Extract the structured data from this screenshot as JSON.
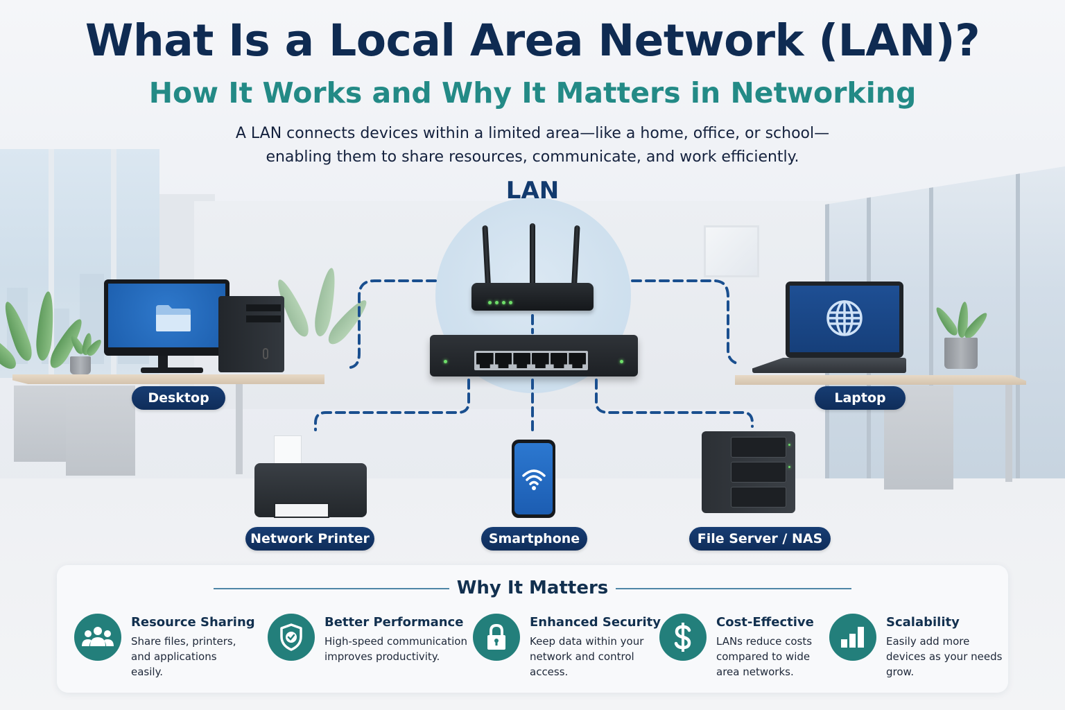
{
  "header": {
    "title": "What Is a Local Area Network (LAN)?",
    "subtitle": "How It Works and Why It Matters in Networking",
    "description_line1": "A LAN connects devices within a limited area—like a home, office, or school—",
    "description_line2": "enabling them to share resources, communicate, and work efficiently."
  },
  "diagram": {
    "hub_label": "LAN",
    "hub_devices": [
      "router",
      "switch"
    ],
    "devices": [
      {
        "id": "desktop",
        "label": "Desktop",
        "icon": "folder-icon"
      },
      {
        "id": "laptop",
        "label": "Laptop",
        "icon": "globe-icon"
      },
      {
        "id": "printer",
        "label": "Network Printer",
        "icon": "printer-icon"
      },
      {
        "id": "smartphone",
        "label": "Smartphone",
        "icon": "wifi-icon"
      },
      {
        "id": "nas",
        "label": "File Server / NAS",
        "icon": "server-icon"
      }
    ],
    "colors": {
      "navy": "#0f2b52",
      "teal": "#238a86",
      "line_blue": "#1a4f8f",
      "halo": "#cfe0ee",
      "led_green": "#6fe06a"
    }
  },
  "why_it_matters": {
    "heading": "Why It Matters",
    "features": [
      {
        "title": "Resource Sharing",
        "description": "Share files, printers, and applications easily.",
        "icon": "users-icon"
      },
      {
        "title": "Better Performance",
        "description": "High-speed communication improves productivity.",
        "icon": "shield-check-icon"
      },
      {
        "title": "Enhanced Security",
        "description": "Keep data within your network and control access.",
        "icon": "lock-icon"
      },
      {
        "title": "Cost-Effective",
        "description": "LANs reduce costs compared to wide area networks.",
        "icon": "dollar-icon"
      },
      {
        "title": "Scalability",
        "description": "Easily add more devices as your needs grow.",
        "icon": "bar-chart-icon"
      }
    ],
    "icon_color": "#237f7b"
  }
}
